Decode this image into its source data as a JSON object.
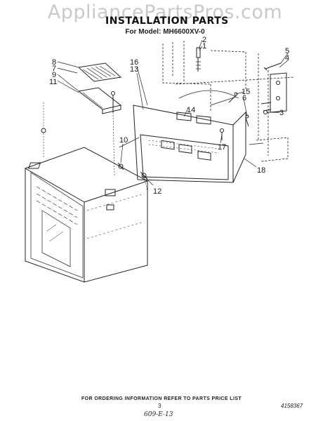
{
  "watermark": "AppliancePartsPros.com",
  "title": "INSTALLATION PARTS",
  "subtitle": "For Model: MH6600XV-0",
  "footer": {
    "ordering_note": "FOR ORDERING INFORMATION REFER TO PARTS PRICE LIST",
    "page_number": "3",
    "part_number": "4158367",
    "handwritten_note": "609-E-13"
  },
  "callouts": [
    "1",
    "2",
    "3",
    "4",
    "5",
    "6",
    "7",
    "8",
    "9",
    "10",
    "11",
    "12",
    "13",
    "14",
    "15",
    "16",
    "17",
    "18"
  ]
}
